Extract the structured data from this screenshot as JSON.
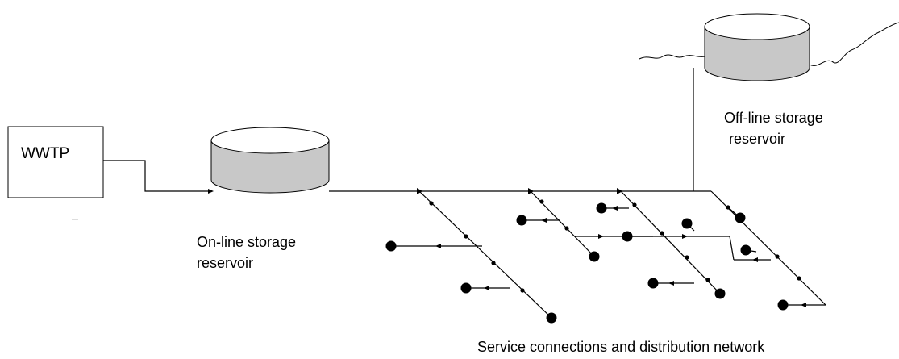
{
  "labels": {
    "wwtp": "WWTP",
    "online_line1": "On-line storage",
    "online_line2": "reservoir",
    "offline_line1": "Off-line storage",
    "offline_line2": "reservoir",
    "network": "Service connections and distribution network"
  },
  "colors": {
    "line": "#000000",
    "reservoir_fill": "#c8c8c8",
    "reservoir_top": "#ffffff"
  }
}
